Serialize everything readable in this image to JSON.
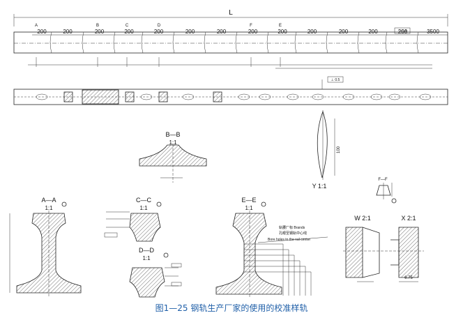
{
  "top_view": {
    "length_label": "L",
    "spacing": [
      "200",
      "200",
      "200",
      "200",
      "200",
      "200",
      "200",
      "200",
      "200",
      "200",
      "200",
      "200",
      "200",
      "3500"
    ],
    "section_marks": [
      "A",
      "B",
      "C",
      "D",
      "F",
      "E"
    ],
    "tolerance_box": "⊥ 0.8"
  },
  "side_view": {
    "tolerance_box": "⊥ 0.5"
  },
  "section_bb": {
    "title": "B—B",
    "scale": "1:1"
  },
  "view_y": {
    "title": "Y  1:1",
    "dim": "100"
  },
  "section_aa": {
    "title": "A—A",
    "scale": "1:1"
  },
  "section_cc": {
    "title": "C—C",
    "scale": "1:1"
  },
  "section_dd": {
    "title": "D—D",
    "scale": "1:1"
  },
  "section_ee": {
    "title": "E—E",
    "scale": "1:1",
    "note_cn_1": "轨腰厂标 Brands",
    "note_cn_2": "孔眼至钢轨中心线",
    "note_en": "Bore holes to the rail center"
  },
  "view_ff": {
    "title": "F—F"
  },
  "view_w": {
    "title": "W  2:1"
  },
  "view_x": {
    "title": "X  2:1",
    "dim": "6.75"
  },
  "caption": "图1—25  钢轨生产厂家的使用的校准样轨"
}
